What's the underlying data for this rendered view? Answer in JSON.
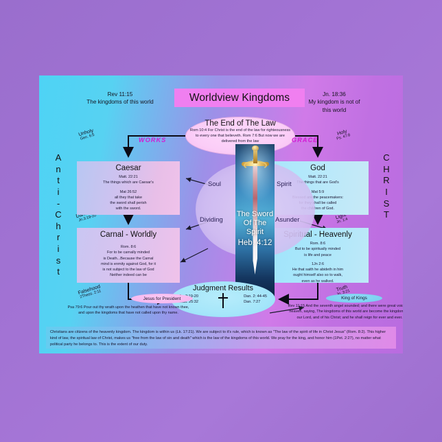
{
  "poster": {
    "title": "Worldview Kingdoms",
    "top_left_note": "Rev 11:15\nThe kingdoms of this world",
    "top_left_ref": "Rev 11:15",
    "top_left_text": "The kingdoms of this world",
    "top_right_ref": "Jn. 18:36",
    "top_right_text": "My kingdom is not of\nthis world",
    "side_left": "Anti-Christ",
    "side_right": "CHRIST"
  },
  "law_ellipse": {
    "heading": "The End of The Law",
    "body": "Rom 10:4  For Christ is the end of the law for righteousness to every one that believeth.  Rom 7:6  But now we are delivered from the law"
  },
  "branch_labels": {
    "works": "WORKS",
    "grace": "GRACE"
  },
  "side_tags": [
    {
      "name": "unholy",
      "label": "Unholy",
      "ref": "Gen. 6:5"
    },
    {
      "name": "holy",
      "label": "Holy",
      "ref": "Ps. 47:8"
    },
    {
      "name": "darkness",
      "label": "Darkness",
      "ref": "Jn.3:19-20"
    },
    {
      "name": "light",
      "label": "Light",
      "ref": "Jn. 1:4"
    },
    {
      "name": "falsehood",
      "label": "Falsehood",
      "ref": "2Thess. 2:11"
    },
    {
      "name": "truth",
      "label": "Truth",
      "ref": "Jn. 3:21"
    }
  ],
  "boxes": {
    "caesar": {
      "heading": "Caesar",
      "ref1": "Matt. 22:21",
      "line1": "The things which are Caesar's",
      "ref2": "Mat 26:52",
      "line2": "all they that take",
      "line3": "the sword shall perish",
      "line4": "with the sword."
    },
    "god": {
      "heading": "God",
      "ref1": "Matt. 22:21",
      "line1": "The things that are God's",
      "ref2": "Mat 5:9",
      "line2": "Blessed are the peacemakers:",
      "line3": "for they shall be called",
      "line4": "the children of God."
    },
    "carnal": {
      "heading": "Carnal -  Worldly",
      "ref1": "Rom. 8:6",
      "line1": "For to be carnally minded",
      "line2": "is Death...Because the Carnal",
      "line3": "mind is enmity against God, for it",
      "line4": "is not subject to the law of God",
      "line5": "Neither indeed can be"
    },
    "spiritual": {
      "heading": "Spiritual - Heavenly",
      "ref1": "Rom. 8:6",
      "line1": "But to be spiritually minded",
      "line2": "is life and peace",
      "ref2": "1Jn 2:6",
      "line3": "He that saith he abideth in him",
      "line4": "ought himself also so to walk,",
      "line5": "even as he walked."
    }
  },
  "sword": {
    "line1": "The Sword",
    "line2": "Of The",
    "line3": "Spirit",
    "verse": "Heb. 4:12",
    "label_soul": "Soul",
    "label_spirit": "Spirit",
    "label_dividing": "Dividing",
    "label_asunder": "Asunder"
  },
  "judgment": {
    "heading": "Judgment Results",
    "left_refs": "Jn. 3:19-20\nMatt. 25:32",
    "left_ref1": "Jn. 3:19-20",
    "left_ref2": "Matt. 25:32",
    "right_ref1": "Dan. 2: 44-45",
    "right_ref2": "Dan. 7:27"
  },
  "pills": {
    "left": "Jesus for President",
    "right": "King of Kings"
  },
  "scriptures": {
    "left": "Psa 79:6  Pour out thy wrath upon the heathen that have not known thee, and upon the kingdoms that have not called upon thy name.",
    "right": "Rev 11:15  And the seventh angel sounded; and there were great voices in heaven, saying, The kingdoms of this world are become the kingdoms of our Lord, and of his Christ; and he shall reign for ever and ever."
  },
  "footer": {
    "text": "Christians are citizens of the heavenly kingdom.  The kingdom is within us (Lk. 17:21).  We are subject to it's rule, which is known as \"The law of the spirit of life in Christ Jesus\" (Rom. 8:2). This higher kind of law, the spiritual law of Christ, makes us \"free from the law of sin and death\" which is the law of the kingdoms of this world. We pray for the king, and honor him (1Pet. 2:27), no matter what political party he belongs to. This is the extent of our duty."
  },
  "colors": {
    "title_bg": "#f07ff0",
    "works_grace": "#d41ad4",
    "canvas_left": "#4ed3f5",
    "canvas_right": "#c070e2",
    "frame": "#9d6fcf"
  }
}
